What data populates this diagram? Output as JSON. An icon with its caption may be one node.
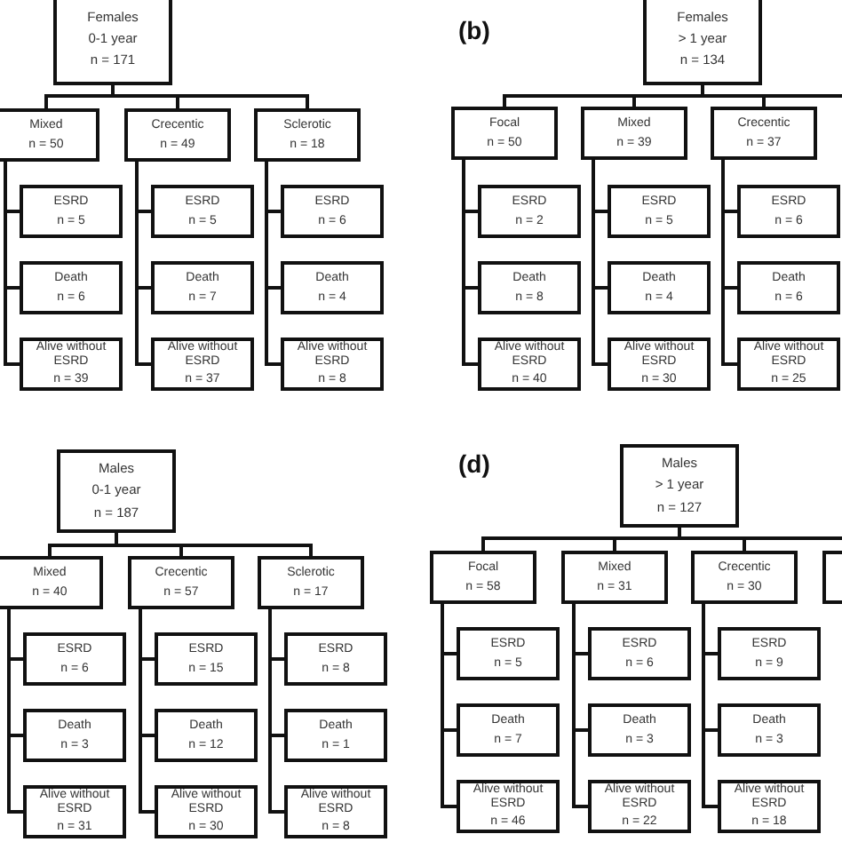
{
  "diagram": {
    "nodes": [
      {
        "text": [
          "Females",
          "0-1 year",
          "n = 171"
        ]
      },
      {
        "text": [
          "Mixed",
          "n = 50"
        ]
      },
      {
        "text": [
          "Crecentic",
          "n = 49"
        ]
      },
      {
        "text": [
          "Sclerotic",
          "n = 18"
        ]
      },
      {
        "text": [
          "ESRD",
          "n = 5"
        ]
      },
      {
        "text": [
          "Death",
          "n = 6"
        ]
      },
      {
        "text": [
          "Alive without ESRD",
          "n = 39"
        ]
      },
      {
        "text": [
          "ESRD",
          "n = 5"
        ]
      },
      {
        "text": [
          "Death",
          "n = 7"
        ]
      },
      {
        "text": [
          "Alive without ESRD",
          "n = 37"
        ]
      },
      {
        "text": [
          "ESRD",
          "n = 6"
        ]
      },
      {
        "text": [
          "Death",
          "n = 4"
        ]
      },
      {
        "text": [
          "Alive without ESRD",
          "n = 8"
        ]
      },
      {
        "text": [
          "Females",
          "> 1 year",
          "n = 134"
        ]
      },
      {
        "text": [
          "Focal",
          "n = 50"
        ]
      },
      {
        "text": [
          "Mixed",
          "n = 39"
        ]
      },
      {
        "text": [
          "Crecentic",
          "n = 37"
        ]
      },
      {
        "text": [
          "ESRD",
          "n = 2"
        ]
      },
      {
        "text": [
          "Death",
          "n = 8"
        ]
      },
      {
        "text": [
          "Alive without ESRD",
          "n = 40"
        ]
      },
      {
        "text": [
          "ESRD",
          "n = 5"
        ]
      },
      {
        "text": [
          "Death",
          "n = 4"
        ]
      },
      {
        "text": [
          "Alive without ESRD",
          "n = 30"
        ]
      },
      {
        "text": [
          "ESRD",
          "n = 6"
        ]
      },
      {
        "text": [
          "Death",
          "n = 6"
        ]
      },
      {
        "text": [
          "Alive without ESRD",
          "n = 25"
        ]
      },
      {
        "text": [
          "Males",
          "0-1 year",
          "n = 187"
        ]
      },
      {
        "text": [
          "Mixed",
          "n = 40"
        ]
      },
      {
        "text": [
          "Crecentic",
          "n = 57"
        ]
      },
      {
        "text": [
          "Sclerotic",
          "n = 17"
        ]
      },
      {
        "text": [
          "ESRD",
          "n =  6"
        ]
      },
      {
        "text": [
          "Death",
          "n = 3"
        ]
      },
      {
        "text": [
          "Alive without ESRD",
          "n = 31"
        ]
      },
      {
        "text": [
          "ESRD",
          "n = 15"
        ]
      },
      {
        "text": [
          "Death",
          "n = 12"
        ]
      },
      {
        "text": [
          "Alive without ESRD",
          "n = 30"
        ]
      },
      {
        "text": [
          "ESRD",
          "n = 8"
        ]
      },
      {
        "text": [
          "Death",
          "n = 1"
        ]
      },
      {
        "text": [
          "Alive without ESRD",
          "n = 8"
        ]
      },
      {
        "text": [
          "Males",
          "> 1 year",
          "n = 127"
        ]
      },
      {
        "text": [
          "Focal",
          "n = 58"
        ]
      },
      {
        "text": [
          "Mixed",
          "n = 31"
        ]
      },
      {
        "text": [
          "Crecentic",
          "n = 30"
        ]
      },
      {
        "text": [],
        "shape": "box"
      },
      {
        "text": [
          "ESRD",
          "n = 5"
        ]
      },
      {
        "text": [
          "Death",
          "n = 7"
        ]
      },
      {
        "text": [
          "Alive without ESRD",
          "n = 46"
        ]
      },
      {
        "text": [
          "ESRD",
          "n = 6"
        ]
      },
      {
        "text": [
          "Death",
          "n = 3"
        ]
      },
      {
        "text": [
          "Alive without ESRD",
          "n = 22"
        ]
      },
      {
        "text": [
          "ESRD",
          "n = 9"
        ]
      },
      {
        "text": [
          "Death",
          "n = 3"
        ]
      },
      {
        "text": [
          "Alive without ESRD",
          "n = 18"
        ]
      }
    ],
    "edges": [
      {
        "from": 0,
        "to": 1,
        "arrow": "none"
      },
      {
        "from": 0,
        "to": 2,
        "arrow": "none"
      },
      {
        "from": 0,
        "to": 3,
        "arrow": "none"
      },
      {
        "from": 1,
        "to": 4,
        "arrow": "none"
      },
      {
        "from": 1,
        "to": 5,
        "arrow": "none"
      },
      {
        "from": 1,
        "to": 6,
        "arrow": "none"
      },
      {
        "from": 2,
        "to": 7,
        "arrow": "none"
      },
      {
        "from": 2,
        "to": 8,
        "arrow": "none"
      },
      {
        "from": 2,
        "to": 9,
        "arrow": "none"
      },
      {
        "from": 3,
        "to": 10,
        "arrow": "none"
      },
      {
        "from": 3,
        "to": 11,
        "arrow": "none"
      },
      {
        "from": 3,
        "to": 12,
        "arrow": "none"
      },
      {
        "from": 13,
        "to": 14,
        "arrow": "none"
      },
      {
        "from": 13,
        "to": 15,
        "arrow": "none"
      },
      {
        "from": 13,
        "to": 16,
        "arrow": "none"
      },
      {
        "from": 13,
        "to": null,
        "arrow": "none"
      },
      {
        "from": 14,
        "to": 17,
        "arrow": "none"
      },
      {
        "from": 14,
        "to": 18,
        "arrow": "none"
      },
      {
        "from": 14,
        "to": 19,
        "arrow": "none"
      },
      {
        "from": 15,
        "to": 20,
        "arrow": "none"
      },
      {
        "from": 15,
        "to": 21,
        "arrow": "none"
      },
      {
        "from": 15,
        "to": 22,
        "arrow": "none"
      },
      {
        "from": 16,
        "to": 23,
        "arrow": "none"
      },
      {
        "from": 16,
        "to": 24,
        "arrow": "none"
      },
      {
        "from": 16,
        "to": 25,
        "arrow": "none"
      },
      {
        "from": 26,
        "to": 27,
        "arrow": "none"
      },
      {
        "from": 26,
        "to": 28,
        "arrow": "none"
      },
      {
        "from": 26,
        "to": 29,
        "arrow": "none"
      },
      {
        "from": 27,
        "to": 30,
        "arrow": "none"
      },
      {
        "from": 27,
        "to": 31,
        "arrow": "none"
      },
      {
        "from": 27,
        "to": 32,
        "arrow": "none"
      },
      {
        "from": 28,
        "to": 33,
        "arrow": "none"
      },
      {
        "from": 28,
        "to": 34,
        "arrow": "none"
      },
      {
        "from": 28,
        "to": 35,
        "arrow": "none"
      },
      {
        "from": 29,
        "to": 36,
        "arrow": "none"
      },
      {
        "from": 29,
        "to": 37,
        "arrow": "none"
      },
      {
        "from": 29,
        "to": 38,
        "arrow": "none"
      },
      {
        "from": 39,
        "to": 40,
        "arrow": "none"
      },
      {
        "from": 39,
        "to": 41,
        "arrow": "none"
      },
      {
        "from": 39,
        "to": 42,
        "arrow": "none"
      },
      {
        "from": 39,
        "to": 43,
        "arrow": "none"
      },
      {
        "from": 40,
        "to": 44,
        "arrow": "none"
      },
      {
        "from": 40,
        "to": 45,
        "arrow": "none"
      },
      {
        "from": 40,
        "to": 46,
        "arrow": "none"
      },
      {
        "from": 41,
        "to": 47,
        "arrow": "none"
      },
      {
        "from": 41,
        "to": 48,
        "arrow": "none"
      },
      {
        "from": 41,
        "to": 49,
        "arrow": "none"
      },
      {
        "from": 42,
        "to": 50,
        "arrow": "none"
      },
      {
        "from": 42,
        "to": 51,
        "arrow": "none"
      },
      {
        "from": 42,
        "to": 52,
        "arrow": "none"
      }
    ],
    "labels": [
      "(b)",
      "(d)"
    ]
  }
}
